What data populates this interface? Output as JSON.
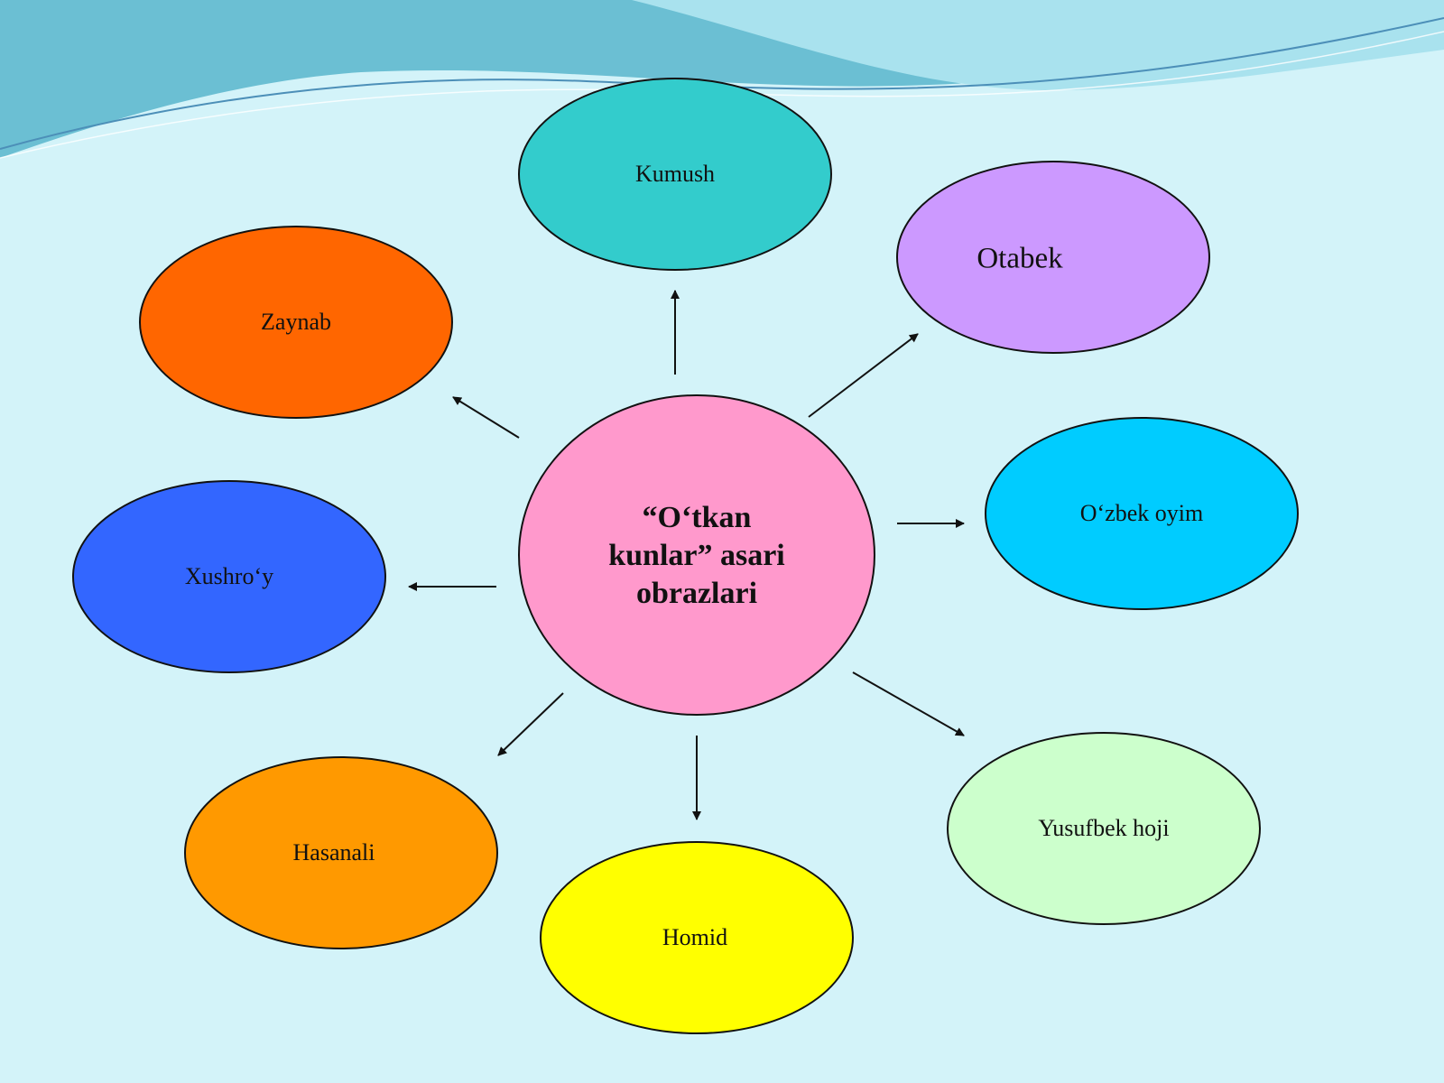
{
  "center": {
    "lines": [
      "“O‘tkan",
      "kunlar” asari",
      "obrazlari"
    ],
    "color": "#ff99cc"
  },
  "nodes": [
    {
      "id": "kumush",
      "label": "Kumush",
      "color": "#33cccc"
    },
    {
      "id": "otabek",
      "label": "Otabek",
      "color": "#cc99ff"
    },
    {
      "id": "uzbek-oyim",
      "label": "O‘zbek oyim",
      "color": "#00ccff"
    },
    {
      "id": "yusufbek-hoji",
      "label": "Yusufbek hoji",
      "color": "#ccffcc"
    },
    {
      "id": "homid",
      "label": "Homid",
      "color": "#ffff00"
    },
    {
      "id": "hasanali",
      "label": "Hasanali",
      "color": "#ff9900"
    },
    {
      "id": "xushroy",
      "label": "Xushro‘y",
      "color": "#3366ff"
    },
    {
      "id": "zaynab",
      "label": "Zaynab",
      "color": "#ff6600"
    }
  ],
  "colors": {
    "background": "#d3f3f9",
    "wave_dark": "#6bbfd3",
    "wave_light": "#a9e2ee",
    "outline": "#111111"
  }
}
